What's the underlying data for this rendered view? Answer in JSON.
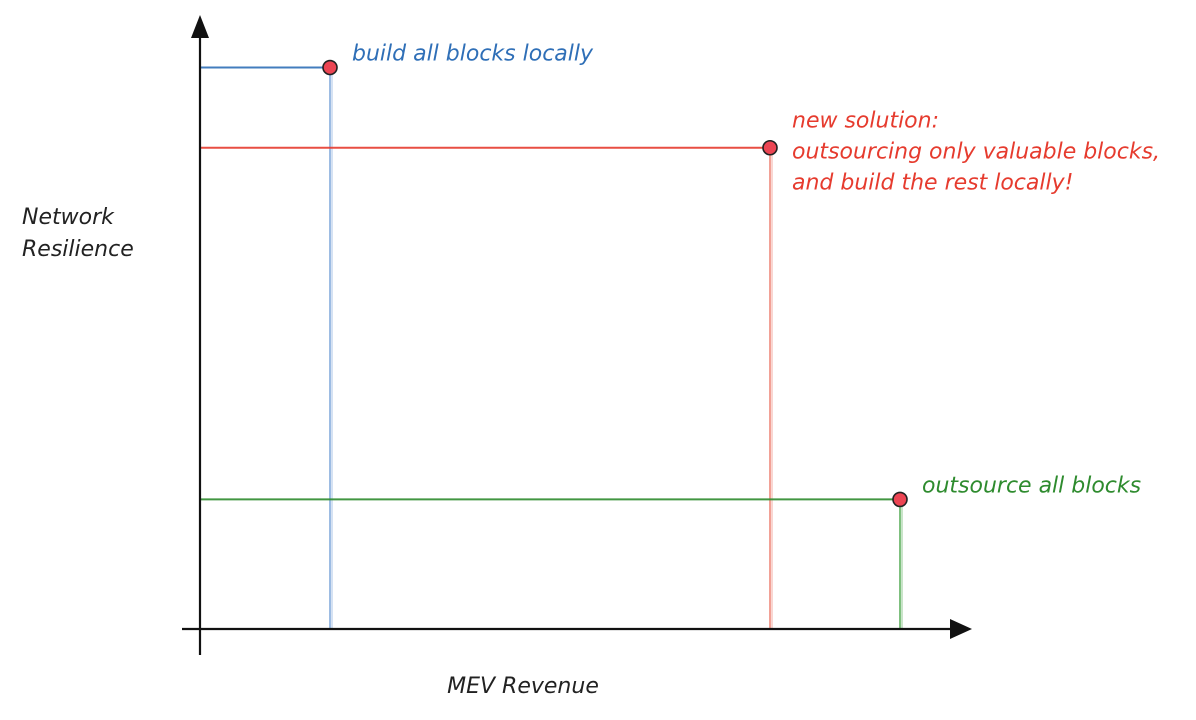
{
  "chart_data": {
    "type": "scatter",
    "title": "",
    "xlabel": "MEV Revenue",
    "ylabel_lines": [
      "Network",
      "Resilience"
    ],
    "xlim": [
      0,
      10
    ],
    "ylim": [
      0,
      10
    ],
    "grid": false,
    "series": [
      {
        "label_lines": [
          "build all blocks locally"
        ],
        "x": 1.3,
        "y": 9.1,
        "color": "#2f6fb7",
        "line_color": "#9dbce3"
      },
      {
        "label_lines": [
          "new solution:",
          "outsourcing only valuable blocks,",
          "and build the rest locally!"
        ],
        "x": 5.7,
        "y": 7.8,
        "color": "#e63b2e",
        "line_color": "#f2a196"
      },
      {
        "label_lines": [
          "outsource all blocks"
        ],
        "x": 7.0,
        "y": 2.1,
        "color": "#2e8b2e",
        "line_color": "#7fc07f"
      }
    ],
    "point_color": "#ec4553"
  }
}
